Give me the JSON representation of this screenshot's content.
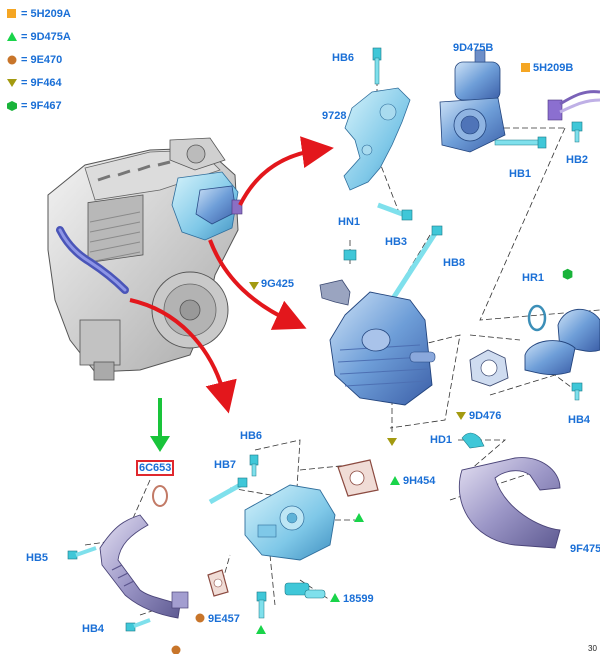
{
  "legend": [
    {
      "symbol": "square",
      "color": "#f5a623",
      "text": "= 5H209A"
    },
    {
      "symbol": "triangle-up",
      "color": "#19d44a",
      "text": "= 9D475A"
    },
    {
      "symbol": "circle",
      "color": "#c8752a",
      "text": "= 9E470"
    },
    {
      "symbol": "triangle-down",
      "color": "#a39a10",
      "text": "= 9F464"
    },
    {
      "symbol": "hexagon",
      "color": "#19b33a",
      "text": "= 9F467"
    }
  ],
  "labels": {
    "hb6_top": "HB6",
    "d9d475b": "9D475B",
    "p5h209b": "5H209B",
    "p9728": "9728",
    "hb2": "HB2",
    "hb1": "HB1",
    "hn1": "HN1",
    "hb3": "HB3",
    "hb8": "HB8",
    "p9g425": "9G425",
    "hr1": "HR1",
    "p9d476": "9D476",
    "hb4_right": "HB4",
    "hd1": "HD1",
    "hb6_mid": "HB6",
    "hb7": "HB7",
    "p9h454": "9H454",
    "p6c653": "6C653",
    "hb5": "HB5",
    "p9e457": "9E457",
    "p18599": "18599",
    "hb4_left": "HB4",
    "p9f475": "9F475"
  },
  "doc_number": "30"
}
